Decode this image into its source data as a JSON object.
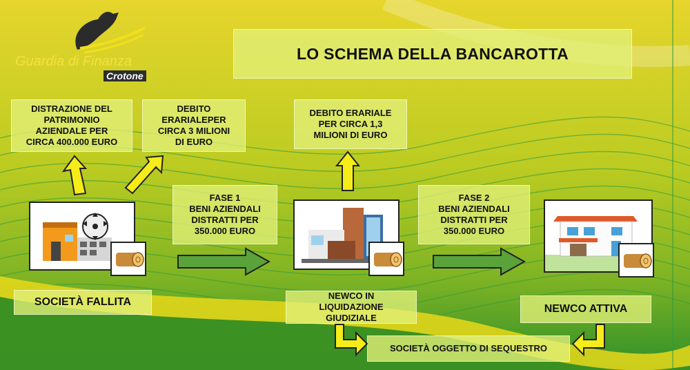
{
  "logo": {
    "name": "Guardia di Finanza",
    "subtitle": "Crotone",
    "icon": "griffin-icon"
  },
  "title": "LO SCHEMA DELLA BANCAROTTA",
  "boxes": {
    "distrazione": "DISTRAZIONE DEL\nPATRIMONIO\nAZIENDALE PER\nCIRCA 400.000 EURO",
    "debito1": "DEBITO\nERARIALEPER\nCIRCA 3 MILIONI\nDI EURO",
    "debito2": "DEBITO ERARIALE\nPER CIRCA 1,3\nMILIONI DI EURO",
    "fase1": "FASE 1\nBENI AZIENDALI\nDISTRATTI PER\n350.000 EURO",
    "fase2": "FASE 2\nBENI AZIENDALI\nDISTRATTI PER\n350.000 EURO",
    "societa_fallita": "SOCIETÀ FALLITA",
    "newco_liquidazione": "NEWCO IN\nLIQUIDAZIONE\nGIUDIZIALE",
    "newco_attiva": "NEWCO ATTIVA",
    "sequestro": "SOCIETÀ OGGETTO DI SEQUESTRO"
  },
  "icons": {
    "factory": "factory-sawmill-icon",
    "office": "modern-building-icon",
    "house": "house-icon",
    "wood": "wood-log-icon"
  },
  "colors": {
    "background_top": "#e3d52a",
    "background_mid": "#b2c81e",
    "background_bottom": "#2f8f2a",
    "box_fill": "#e2f078",
    "arrow_yellow": "#f5ec1a",
    "arrow_green": "#5aa23a"
  }
}
